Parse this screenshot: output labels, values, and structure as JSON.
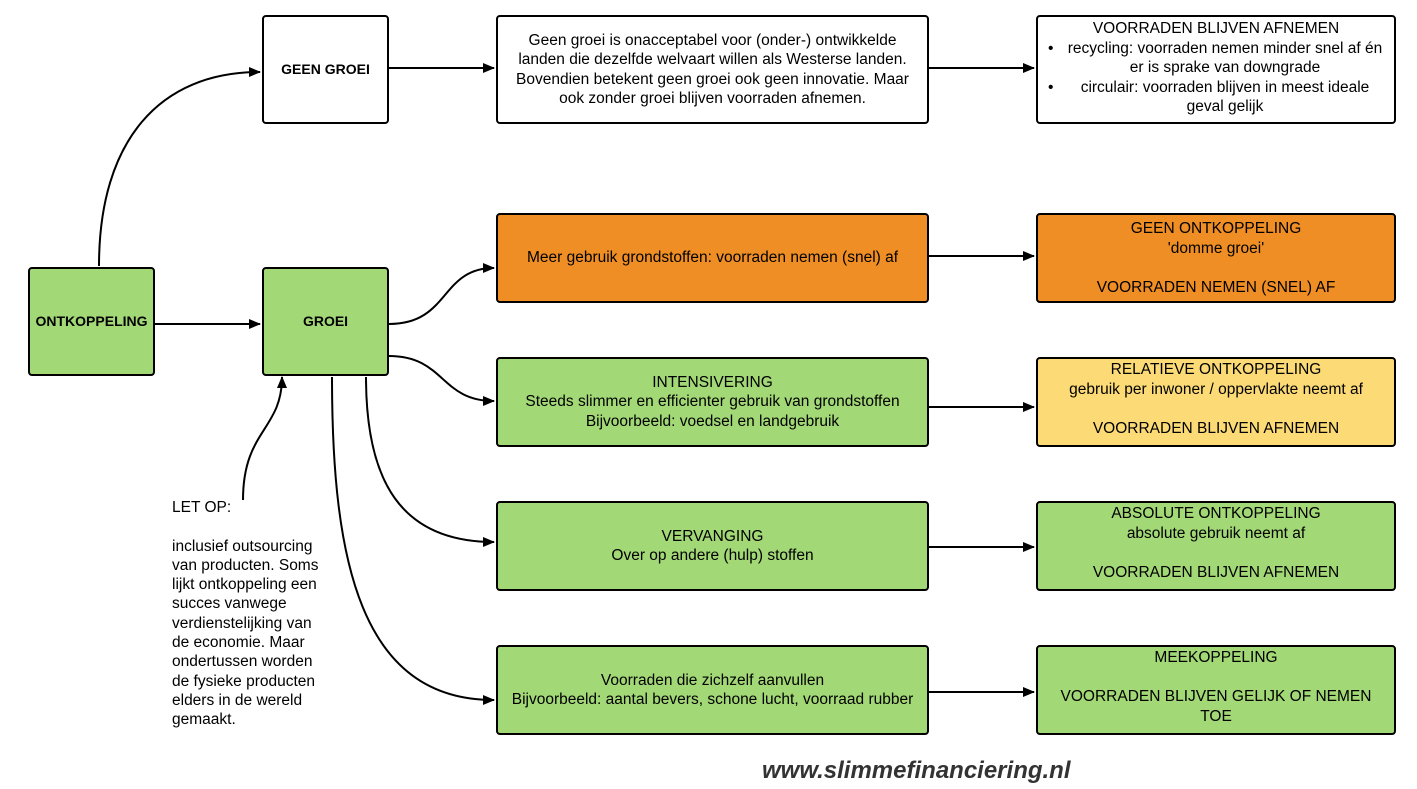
{
  "nodes": {
    "ontkoppeling": {
      "label": "ONTKOPPELING",
      "color": "#a2d876"
    },
    "groei": {
      "label": "GROEI",
      "color": "#a2d876"
    },
    "geen_groei": {
      "label": "GEEN GROEI",
      "color": "#ffffff"
    },
    "geen_groei_text": {
      "text": "Geen groei is onacceptabel voor (onder-) ontwikkelde landen die dezelfde welvaart willen als Westerse landen. Bovendien betekent geen groei ook geen innovatie. Maar ook zonder groei blijven voorraden afnemen.",
      "color": "#ffffff"
    },
    "voorraden_afnemen": {
      "title": "VOORRADEN BLIJVEN AFNEMEN",
      "bullets": [
        "recycling: voorraden nemen minder snel af én er is sprake van downgrade",
        "circulair: voorraden blijven in meest ideale geval gelijk"
      ],
      "color": "#ffffff"
    },
    "meer_gebruik": {
      "text": "Meer gebruik grondstoffen: voorraden nemen (snel) af",
      "color": "#ef8e25"
    },
    "geen_ontkoppeling": {
      "line1": "GEEN ONTKOPPELING",
      "line2": "'domme groei'",
      "line3": "VOORRADEN NEMEN (SNEL) AF",
      "color": "#ef8e25"
    },
    "intensivering": {
      "line1": "INTENSIVERING",
      "line2": "Steeds slimmer en efficienter gebruik van grondstoffen",
      "line3": "Bijvoorbeeld: voedsel en landgebruik",
      "color": "#a2d876"
    },
    "relatieve": {
      "line1": "RELATIEVE ONTKOPPELING",
      "line2": "gebruik per inwoner / oppervlakte neemt af",
      "line3": "VOORRADEN BLIJVEN AFNEMEN",
      "color": "#fcdb76"
    },
    "vervanging": {
      "line1": "VERVANGING",
      "line2": "Over op andere (hulp) stoffen",
      "color": "#a2d876"
    },
    "absolute": {
      "line1": "ABSOLUTE ONTKOPPELING",
      "line2": "absolute gebruik neemt af",
      "line3": "VOORRADEN BLIJVEN AFNEMEN",
      "color": "#a2d876"
    },
    "aanvullen": {
      "line1": "Voorraden die zichzelf aanvullen",
      "line2": "Bijvoorbeeld: aantal bevers, schone lucht, voorraad rubber",
      "color": "#a2d876"
    },
    "meekoppeling": {
      "line1": "MEEKOPPELING",
      "line2": "VOORRADEN BLIJVEN GELIJK OF NEMEN TOE",
      "color": "#a2d876"
    }
  },
  "note": {
    "heading": "LET OP:",
    "body": "inclusief outsourcing van producten. Soms lijkt ontkoppeling een succes vanwege verdienstelijking van de economie. Maar ondertussen worden de fysieke producten elders in de wereld gemaakt."
  },
  "footer": "www.slimmefinanciering.nl"
}
